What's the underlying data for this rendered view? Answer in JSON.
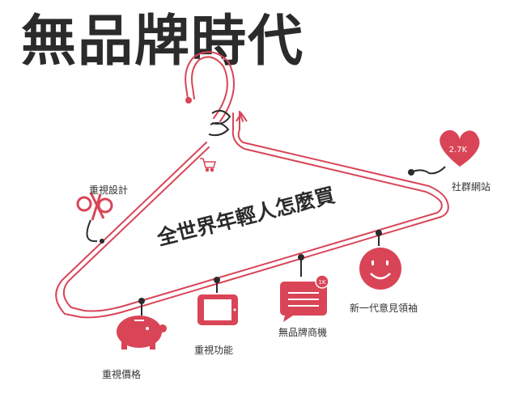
{
  "title": "無品牌時代",
  "tagline": "全世界年輕人怎麼買",
  "items": {
    "design": {
      "label": "重視設計",
      "icon": "scissors-icon"
    },
    "social": {
      "label": "社群網站",
      "icon": "heart-icon",
      "badge": "2.7K"
    },
    "price": {
      "label": "重視價格",
      "icon": "piggy-bank-icon"
    },
    "function": {
      "label": "重視功能",
      "icon": "tablet-icon"
    },
    "nobrand": {
      "label": "無品牌商機",
      "icon": "chat-bubble-icon",
      "badge": "1K"
    },
    "leaders": {
      "label": "新一代意見領袖",
      "icon": "smiley-icon"
    }
  },
  "colors": {
    "accent": "#d94557",
    "text": "#2b2b2b",
    "hanger": "#d94557"
  }
}
